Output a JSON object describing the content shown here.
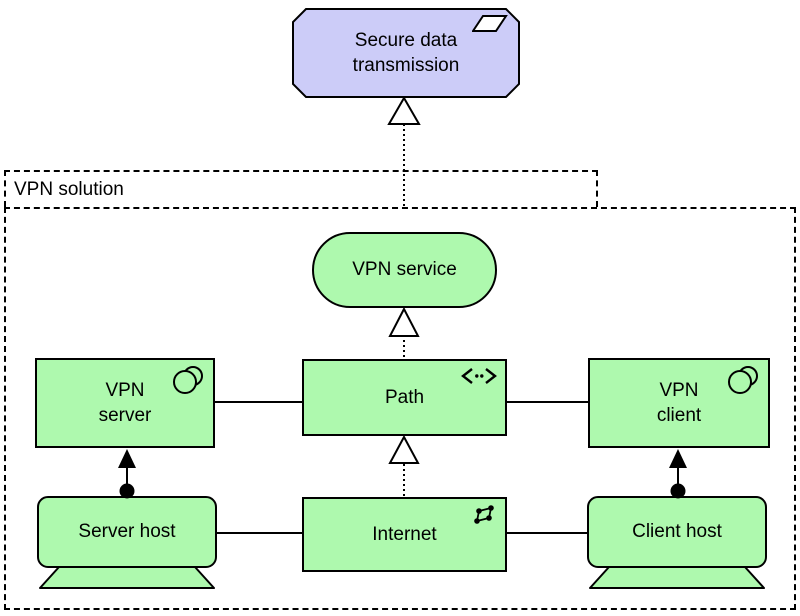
{
  "colors": {
    "background": "#ffffff",
    "motivation_fill": "#ccccf8",
    "technology_fill": "#aef9ae",
    "line": "#000000"
  },
  "nodes": {
    "requirement": {
      "lines": [
        "Secure data",
        "transmission"
      ],
      "icon": "requirement-parallelogram-icon"
    },
    "group": {
      "label": "VPN solution"
    },
    "service": {
      "label": "VPN service"
    },
    "vpn_server": {
      "lines": [
        "VPN",
        "server"
      ],
      "icon": "system-software-icon"
    },
    "path": {
      "label": "Path",
      "icon": "path-chevrons-icon"
    },
    "vpn_client": {
      "lines": [
        "VPN",
        "client"
      ],
      "icon": "system-software-icon"
    },
    "server_host": {
      "label": "Server host"
    },
    "internet": {
      "label": "Internet",
      "icon": "network-nodes-icon"
    },
    "client_host": {
      "label": "Client host"
    }
  },
  "relationships": [
    {
      "type": "realization",
      "from": "VPN solution",
      "to": "Secure data transmission",
      "style": "dotted line, open triangle arrowhead"
    },
    {
      "type": "realization",
      "from": "Path",
      "to": "VPN service",
      "style": "dotted line, open triangle arrowhead"
    },
    {
      "type": "realization",
      "from": "Internet",
      "to": "Path",
      "style": "dotted line, open triangle arrowhead"
    },
    {
      "type": "association",
      "from": "VPN server",
      "to": "Path",
      "style": "solid line"
    },
    {
      "type": "association",
      "from": "Path",
      "to": "VPN client",
      "style": "solid line"
    },
    {
      "type": "association",
      "from": "Server host",
      "to": "Internet",
      "style": "solid line"
    },
    {
      "type": "association",
      "from": "Internet",
      "to": "Client host",
      "style": "solid line"
    },
    {
      "type": "assignment",
      "from": "Server host",
      "to": "VPN server",
      "style": "solid line, filled ball to filled arrowhead"
    },
    {
      "type": "assignment",
      "from": "Client host",
      "to": "VPN client",
      "style": "solid line, filled ball to filled arrowhead"
    }
  ]
}
